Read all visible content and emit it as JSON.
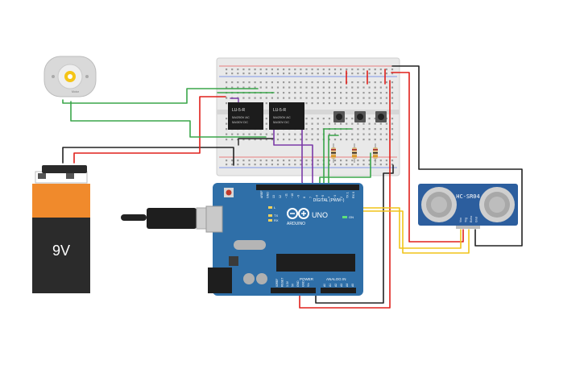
{
  "battery": {
    "label": "9V"
  },
  "relays": [
    {
      "title": "LU-5-R",
      "line1": "5A/250V AC",
      "line2": "5A/30V DC"
    },
    {
      "title": "LU-5-R",
      "line1": "5A/250V AC",
      "line2": "5A/30V DC"
    }
  ],
  "arduino": {
    "brand": "ARDUINO",
    "model": "UNO",
    "on_label": "ON",
    "digital_label": "DIGITAL (PWM~)",
    "power_label": "POWER",
    "analog_label": "ANALOG IN",
    "tx_label": "TX",
    "rx_label": "RX",
    "l_label": "L",
    "top_pins": [
      "AREF",
      "GND",
      "13",
      "12",
      "~11",
      "~10",
      "~9",
      "8",
      "7",
      "~6",
      "~5",
      "4",
      "~3",
      "2",
      "TX 1",
      "RX 0"
    ],
    "power_pins": [
      "IOREF",
      "RESET",
      "3.3V",
      "5V",
      "GND",
      "GND",
      "Vin"
    ],
    "analog_pins": [
      "A0",
      "A1",
      "A2",
      "A3",
      "A4",
      "A5"
    ]
  },
  "sensor": {
    "model": "HC-SR04",
    "pins": [
      "Vcc",
      "Trig",
      "Echo",
      "Gnd"
    ]
  },
  "motor": {
    "label": "Motor"
  },
  "colors": {
    "wire_red": "#e0201b",
    "wire_black": "#222222",
    "wire_green": "#3aa64a",
    "wire_purple": "#7b3aa8",
    "wire_yellow": "#f0c419",
    "board_blue": "#2f6fa8",
    "sensor_blue": "#2c5e9e",
    "battery_orange": "#f08a2c"
  }
}
